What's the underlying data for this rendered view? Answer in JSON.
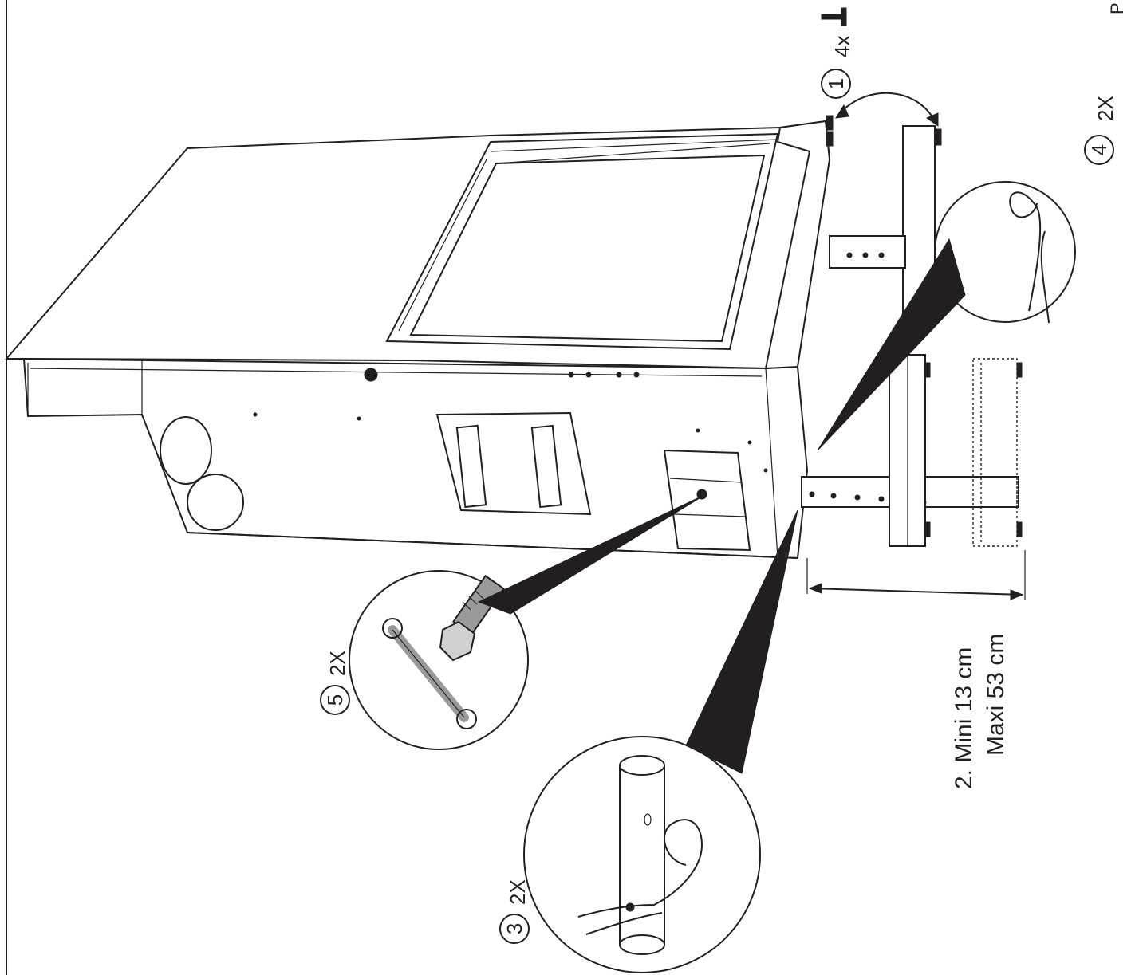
{
  "page_marker": "P",
  "callouts": {
    "step1": {
      "number": "1",
      "quantity": "4x"
    },
    "step3": {
      "number": "3",
      "quantity": "2X"
    },
    "step4": {
      "number": "4",
      "quantity": "2X"
    },
    "step5": {
      "number": "5",
      "quantity": "2X"
    }
  },
  "dimension": {
    "line1": "2. Mini 13 cm",
    "line2": "Maxi 53 cm"
  },
  "colors": {
    "ink": "#231f20",
    "paper": "#ffffff",
    "tool_grey": "#9a9a9a"
  },
  "icons": [
    "screw-icon",
    "wrench-icon",
    "bolt-icon",
    "nut-icon",
    "pin-clip-icon",
    "rotation-arrow-icon"
  ]
}
